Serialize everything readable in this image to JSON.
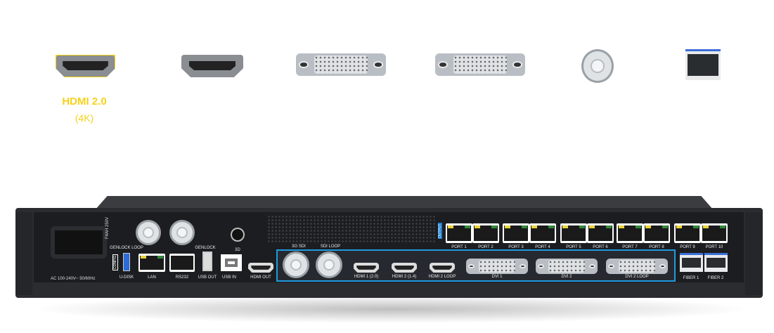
{
  "highlight": {
    "title": "HDMI 2.0",
    "subtitle": "(4K)",
    "color": "#f5d21a"
  },
  "connectors": [
    "hdmi-highlighted",
    "hdmi",
    "dvi",
    "dvi",
    "bnc",
    "sfp"
  ],
  "device": {
    "ac_label": "AC 100-240V~  50/60Hz",
    "fuse_label": "F4AH 250V",
    "genlock_loop": "GENLOCK LOOP",
    "genlock": "GENLOCK",
    "three_d": "3D",
    "config": "CONFIG",
    "bottom_labels": [
      "U-DISK",
      "LAN",
      "RS232",
      "USB OUT",
      "USB IN",
      "HDMI OUT"
    ],
    "sdi_labels": [
      "3G SDI",
      "SDI LOOP"
    ],
    "input_labels": [
      "HDMI 1 (2.0)",
      "HDMI 2 (1.4)",
      "HDMI 2 LOOP",
      "DVI 1",
      "DVI 2",
      "DVI 2 LOOP"
    ],
    "output_tag": "OUTPUT",
    "ports": [
      "PORT 1",
      "PORT 2",
      "PORT 3",
      "PORT 4",
      "PORT 5",
      "PORT 6",
      "PORT 7",
      "PORT 8",
      "PORT 9",
      "PORT 10"
    ],
    "fibers": [
      "FIBER 1",
      "FIBER 2"
    ],
    "accent": "#1e9be0"
  }
}
